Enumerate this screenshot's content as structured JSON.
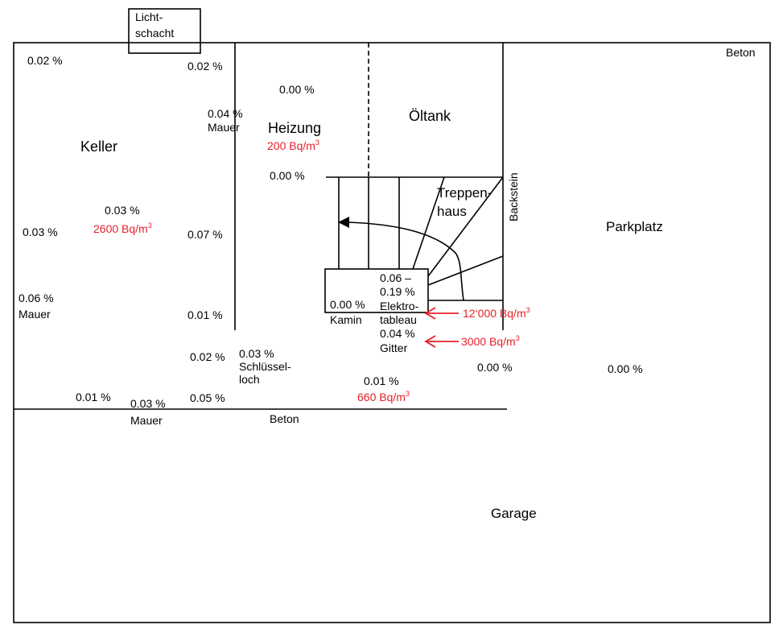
{
  "rooms": {
    "lichtschacht": [
      "Licht-",
      "schacht"
    ],
    "keller": "Keller",
    "heizung": "Heizung",
    "oeltank": "Öltank",
    "treppenhaus": [
      "Treppen-",
      "haus"
    ],
    "parkplatz": "Parkplatz",
    "garage": "Garage",
    "kamin": "Kamin"
  },
  "materials": {
    "beton_top": "Beton",
    "beton_bottom": "Beton",
    "backstein": "Backstein",
    "mauer1": "Mauer",
    "mauer2": "Mauer",
    "mauer3": "Mauer",
    "schluesselloch": [
      "Schlüssel-",
      "loch"
    ],
    "elektrotableau": [
      "Elektro-",
      "tableau"
    ],
    "gitter": "Gitter"
  },
  "moisture": {
    "k_tl": "0.02 %",
    "k_tr": "0.02 %",
    "heiz_top": "0.00 %",
    "mauer_wall": "0.04 %",
    "stair_top": "0.00 %",
    "k_mid": "0.03 %",
    "k_left": "0.03 %",
    "k_right": "0.07 %",
    "k_mauer": "0.06 %",
    "k_lowright": "0.01 %",
    "elektro_range": [
      "0.06 –",
      "0.19 %"
    ],
    "kamin": "0.00 %",
    "gitter": "0.04 %",
    "low_a": "0.02 %",
    "schluessel": "0.03 %",
    "low_mid": "0.01 %",
    "low_right": "0.00 %",
    "park": "0.00 %",
    "bot1": "0.01 %",
    "bot2": "0.03 %",
    "bot3": "0.05 %"
  },
  "radon": {
    "keller": {
      "value": "2600 Bq/m",
      "sup": "3"
    },
    "heizung": {
      "value": "200 Bq/m",
      "sup": "3"
    },
    "elektro": {
      "value": "12‘000 Bq/m",
      "sup": "3"
    },
    "gitter": {
      "value": "3000 Bq/m",
      "sup": "3"
    },
    "bottom": {
      "value": "660 Bq/m",
      "sup": "3"
    }
  },
  "colors": {
    "radon": "#e5202a"
  }
}
